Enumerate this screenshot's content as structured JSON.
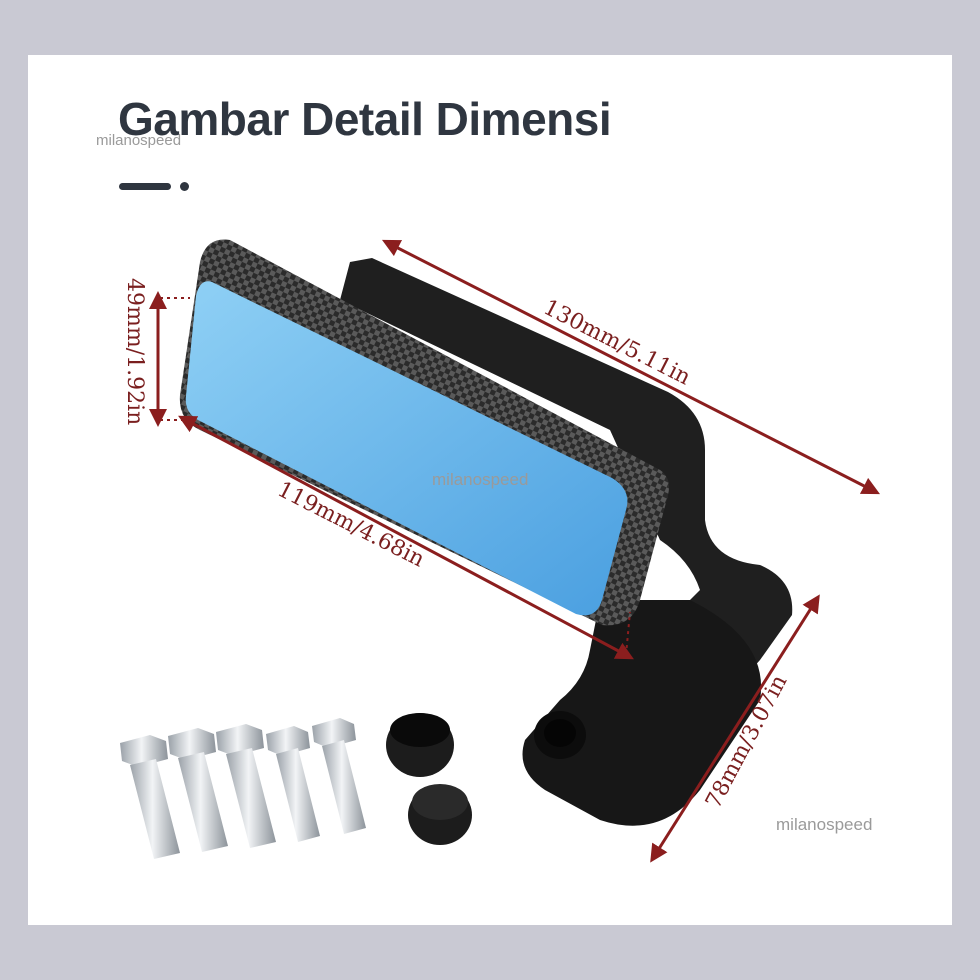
{
  "header": {
    "title": "Gambar Detail Dimensi"
  },
  "watermarks": {
    "top": "milanospeed",
    "middle": "milanospeed",
    "bottom": "milanospeed"
  },
  "dimensions": {
    "total_length": "130mm/5.11in",
    "glass_width": "119mm/4.68in",
    "glass_height": "49mm/1.92in",
    "arm_height": "78mm/3.07in"
  },
  "colors": {
    "frame": "#c9c9d3",
    "card": "#ffffff",
    "title": "#2f3640",
    "dimension_line": "#8b1e1e",
    "mirror_glass": "#5fb0e6",
    "carbon": "#3a3a3a",
    "arm": "#1e1e1e",
    "bolt": "#cfd4da"
  },
  "parts": {
    "bolt_count": 5,
    "cap_count": 2
  }
}
